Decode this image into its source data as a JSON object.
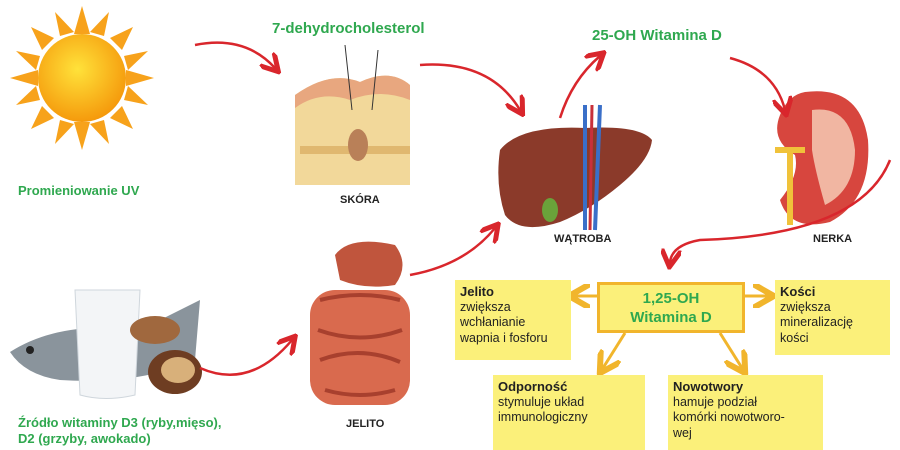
{
  "labels": {
    "uv": "Promieniowanie UV",
    "dehydro": "7-dehydrocholesterol",
    "skin": "SKÓRA",
    "liver": "WĄTROBA",
    "oh25": "25-OH Witamina D",
    "kidney": "NERKA",
    "intestine": "JELITO",
    "source_line1": "Źródło witaminy D3 (ryby,mięso),",
    "source_line2": "D2 (grzyby, awokado)"
  },
  "central": {
    "line1": "1,25-OH",
    "line2": "Witamina D"
  },
  "effects": [
    {
      "title": "Jelito",
      "lines": [
        "zwiększa",
        "wchłanianie",
        "wapnia i fosforu"
      ]
    },
    {
      "title": "Kości",
      "lines": [
        "zwiększa",
        "mineralizację",
        "kości"
      ]
    },
    {
      "title": "Odporność",
      "lines": [
        "stymuluje układ",
        "immunologiczny"
      ]
    },
    {
      "title": "Nowotwory",
      "lines": [
        "hamuje podział",
        "komórki nowotworo-",
        "wej"
      ]
    }
  ],
  "colors": {
    "green": "#2fa84f",
    "arrow_red": "#d9262c",
    "box_yellow": "#fbf07a",
    "box_border": "#f1b52c"
  }
}
